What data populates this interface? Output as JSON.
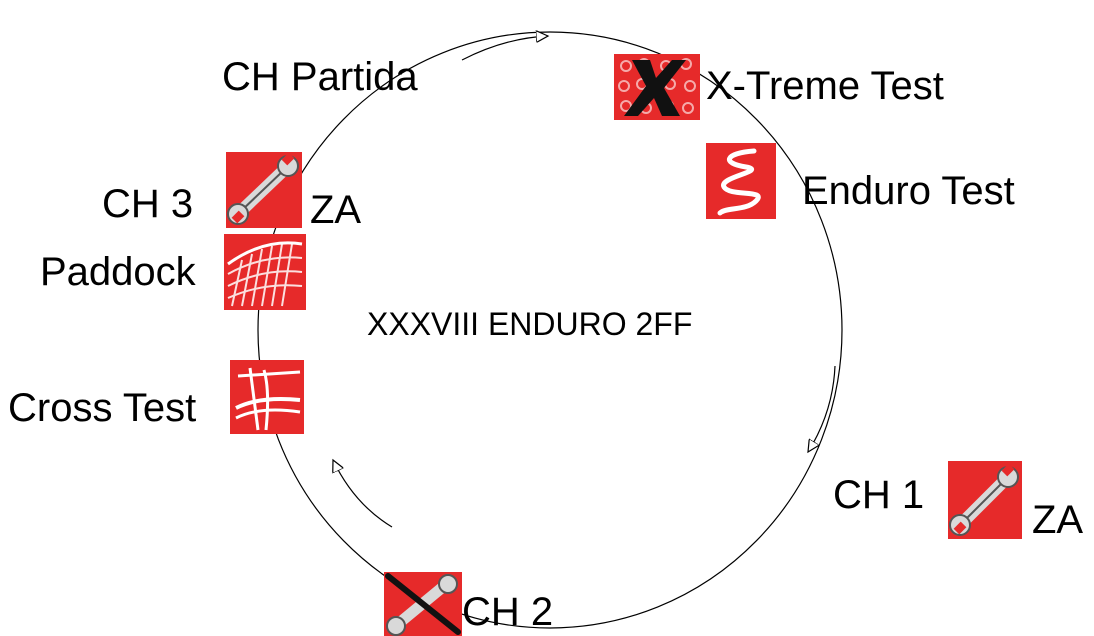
{
  "diagram": {
    "title": "XXXVIII ENDURO 2FF",
    "stations": {
      "ch_partida": "CH Partida",
      "xtreme_test": "X-Treme Test",
      "enduro_test": "Enduro Test",
      "ch1": "CH 1",
      "ch1_za": "ZA",
      "ch2": "CH 2",
      "cross_test": "Cross Test",
      "paddock": "Paddock",
      "ch3": "CH 3",
      "ch3_za": "ZA"
    },
    "icons": {
      "xtreme": "x-treme-test-icon",
      "enduro": "enduro-test-icon",
      "ch1_wrench": "wrench-icon",
      "ch2_wrench_crossed": "crossed-wrench-icon",
      "cross": "cross-test-icon",
      "paddock": "paddock-icon",
      "ch3_wrench": "wrench-icon"
    },
    "colors": {
      "icon_red": "#e62a2a",
      "line": "#000000"
    }
  }
}
